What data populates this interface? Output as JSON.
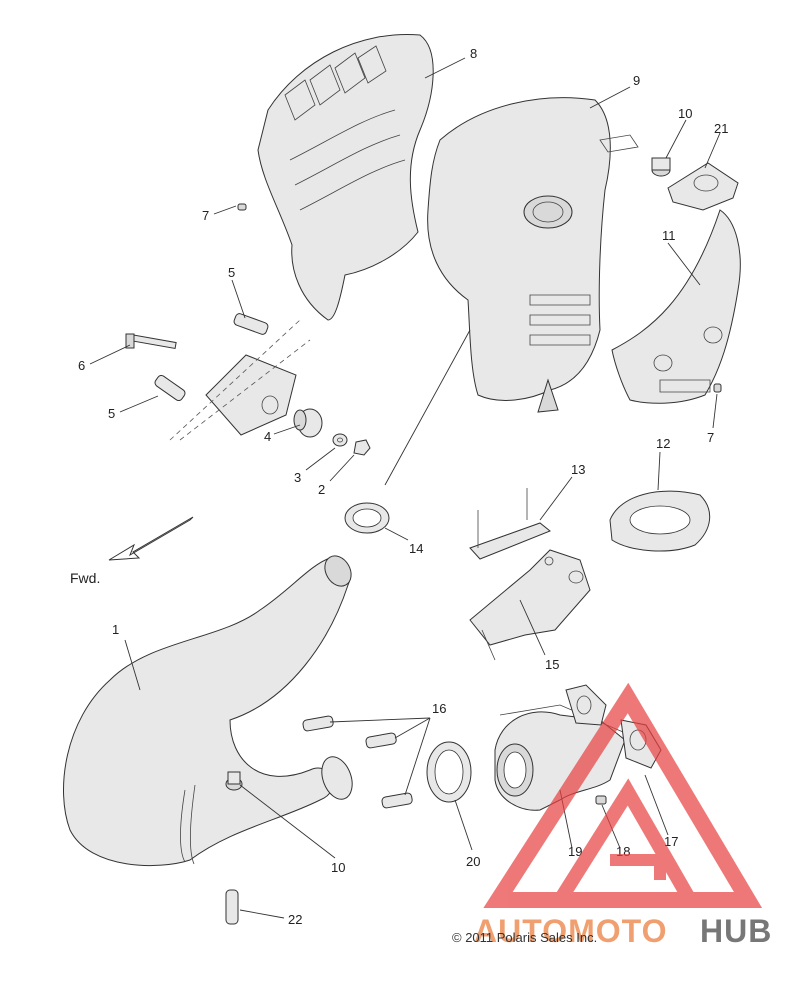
{
  "diagram": {
    "forward_label": "Fwd.",
    "copyright": "© 2011 Polaris Sales Inc.",
    "callouts": [
      "1",
      "2",
      "3",
      "4",
      "5",
      "5",
      "6",
      "7",
      "7",
      "8",
      "9",
      "10",
      "10",
      "11",
      "12",
      "13",
      "14",
      "15",
      "16",
      "17",
      "18",
      "19",
      "20",
      "21",
      "22"
    ],
    "watermark": {
      "part_a": "AUTOMOTO",
      "part_b": "HUB",
      "color_a": "#f0a070",
      "color_b": "#777777",
      "triangle_color": "#e84040"
    }
  }
}
